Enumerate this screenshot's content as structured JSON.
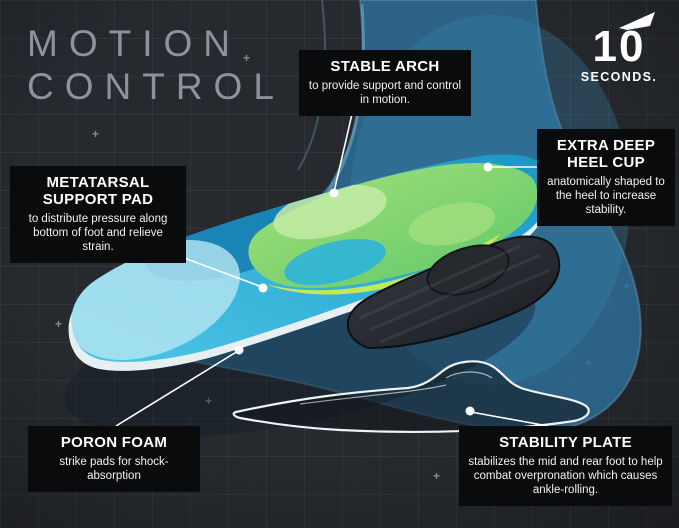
{
  "title": {
    "line1": "MOTION",
    "line2": "CONTROL"
  },
  "logo": {
    "number": "10",
    "brand": "SECONDS."
  },
  "callouts": {
    "stable_arch": {
      "heading": "STABLE ARCH",
      "body": "to provide support and control in motion."
    },
    "metatarsal": {
      "heading": "METATARSAL SUPPORT PAD",
      "body": "to distribute pressure along bottom of foot and relieve strain."
    },
    "heel_cup": {
      "heading": "EXTRA DEEP HEEL CUP",
      "body": "anatomically shaped to the heel to increase stability."
    },
    "poron": {
      "heading": "PORON FOAM",
      "body": "strike pads for shock-absorption"
    },
    "stability_plate": {
      "heading": "STABILITY PLATE",
      "body": "stabilizes the mid and rear foot to help combat overpronation which causes ankle-rolling."
    }
  },
  "decor": {
    "plus_mark": "+"
  },
  "colors": {
    "background": "#26292e",
    "panel_black": "#0a0b0d",
    "title_gray": "#8f9298",
    "foot_blue": "#2d6f9a",
    "insole_cyan": "#2fb4da",
    "insole_deep_blue": "#1379ae",
    "toe_pale_blue": "#b7e6f2",
    "arch_green": "#7ed172",
    "arch_light_green": "#c4eba6",
    "accent_lime": "#cdeb4f",
    "rim_white": "#e8eff1",
    "carbon_dark": "#2b2e34",
    "plate_line_white": "#eef3f5",
    "callout_line_white": "#ffffff"
  }
}
